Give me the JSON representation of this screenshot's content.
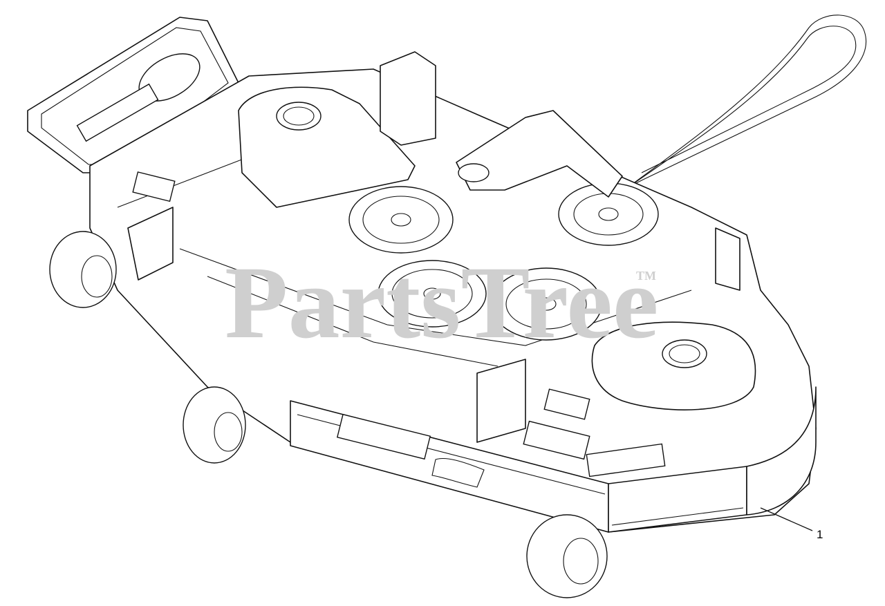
{
  "watermark": {
    "text": "PartsTree",
    "trademark": "TM",
    "color": "#cfcfcf"
  },
  "callouts": [
    {
      "label": "1"
    }
  ],
  "colors": {
    "line": "#111111",
    "background": "#ffffff"
  }
}
